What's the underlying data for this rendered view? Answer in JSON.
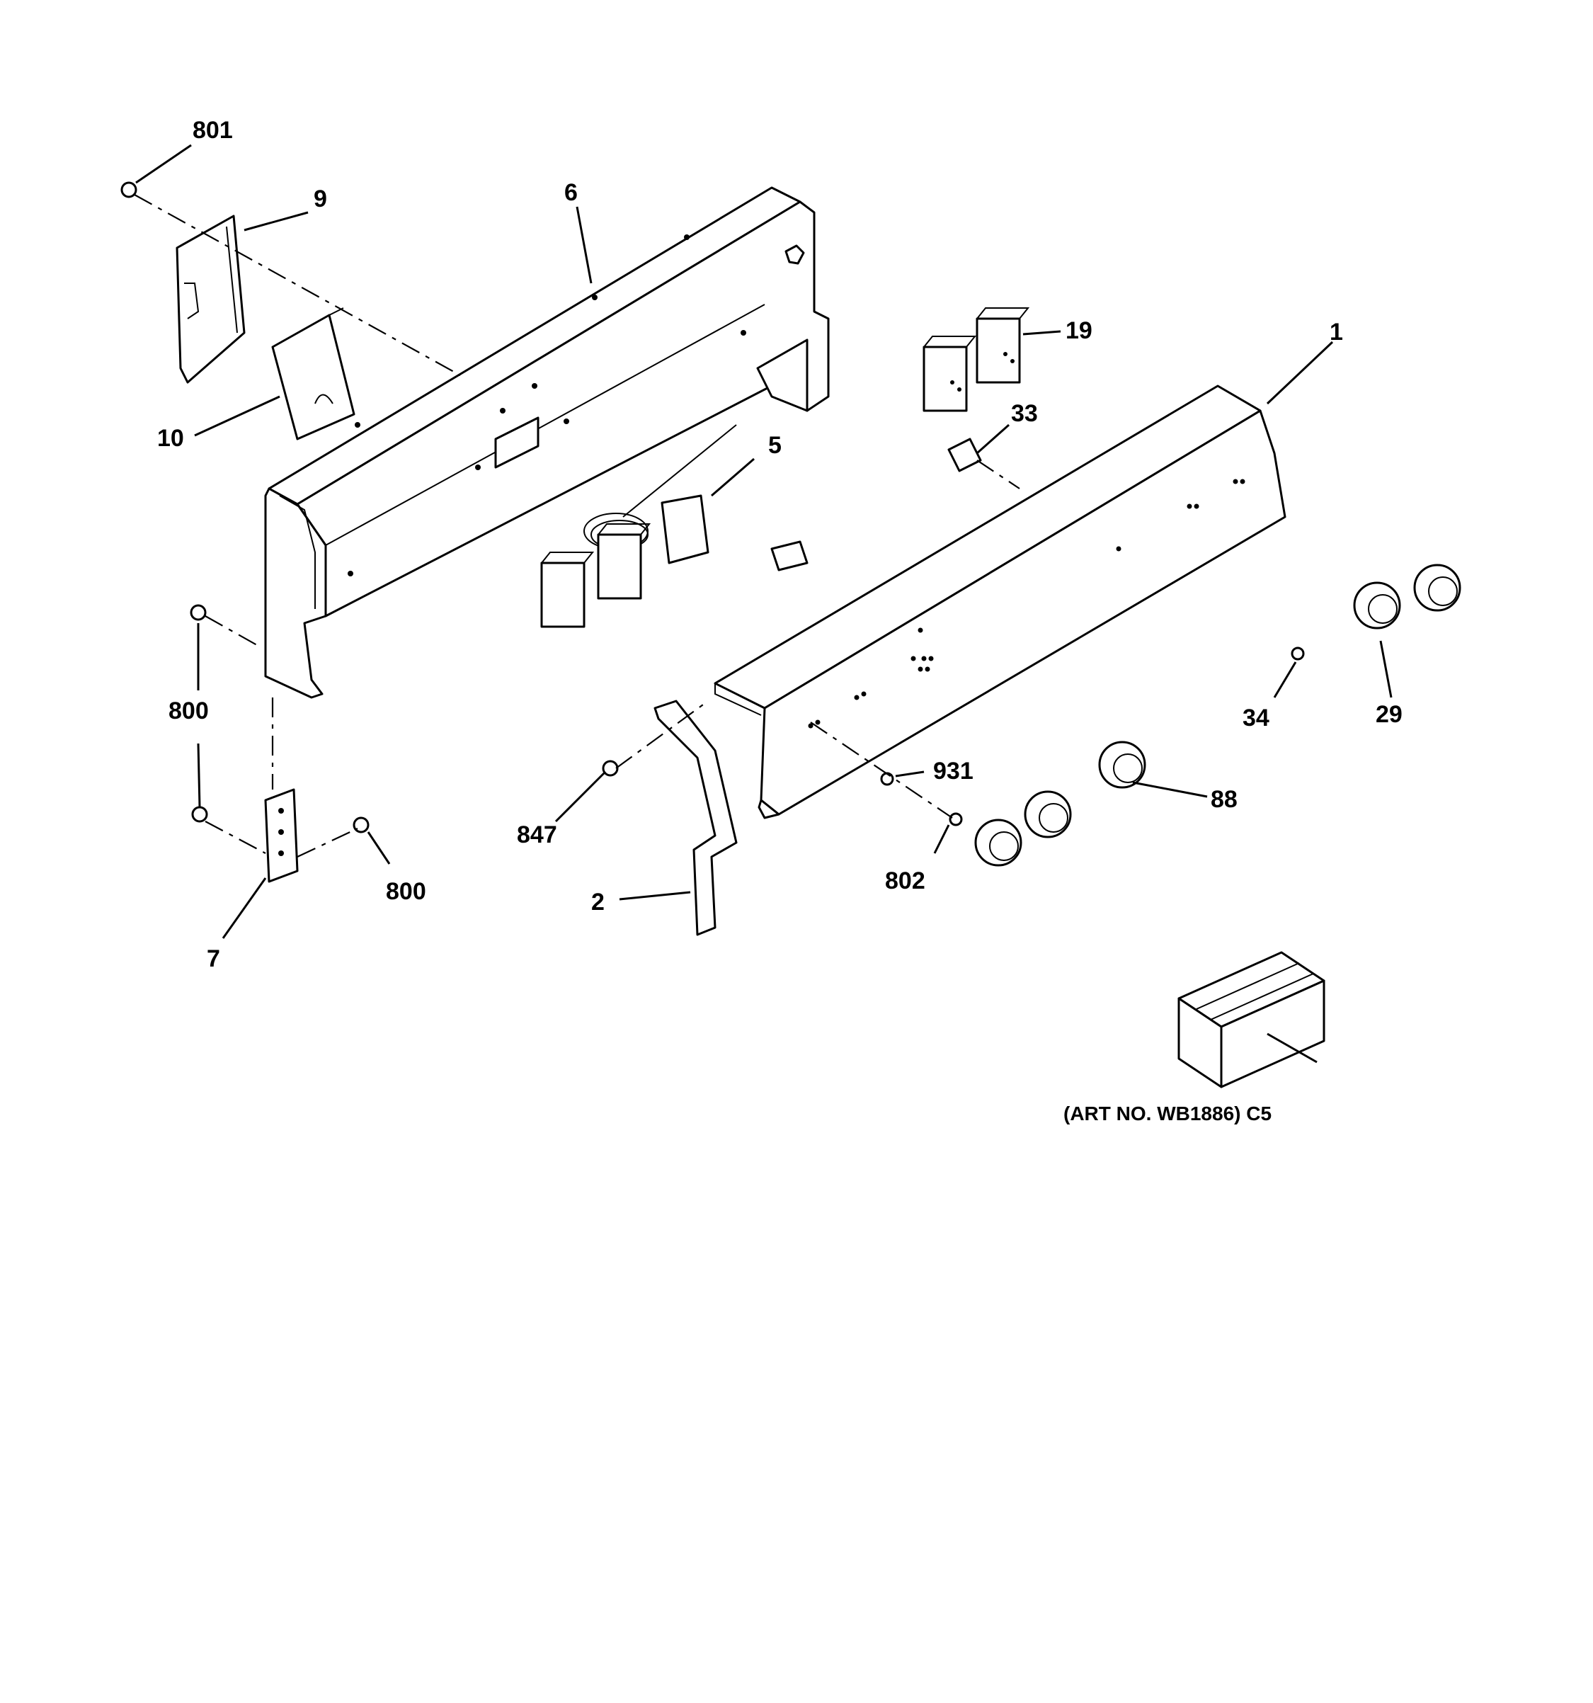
{
  "diagram": {
    "callouts": {
      "p801": "801",
      "p9": "9",
      "p6": "6",
      "p10": "10",
      "p19": "19",
      "p1": "1",
      "p33": "33",
      "p5": "5",
      "p800a": "800",
      "p800b": "800",
      "p847": "847",
      "p931": "931",
      "p88": "88",
      "p34": "34",
      "p29": "29",
      "p802": "802",
      "p2": "2",
      "p7": "7"
    },
    "art_number": "(ART NO. WB1886) C5"
  }
}
